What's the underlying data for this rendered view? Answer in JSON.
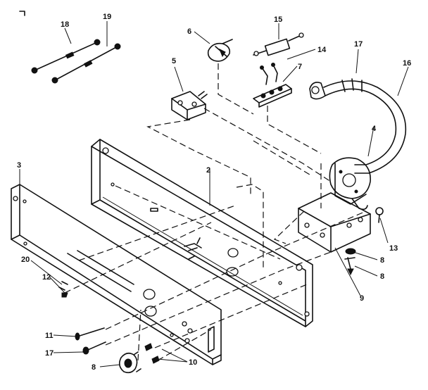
{
  "callouts": [
    {
      "id": "c1",
      "text": "18"
    },
    {
      "id": "c2",
      "text": "19"
    },
    {
      "id": "c3",
      "text": "6"
    },
    {
      "id": "c4",
      "text": "15"
    },
    {
      "id": "c5",
      "text": "14"
    },
    {
      "id": "c6",
      "text": "17"
    },
    {
      "id": "c7",
      "text": "5"
    },
    {
      "id": "c8",
      "text": "7"
    },
    {
      "id": "c9",
      "text": "16"
    },
    {
      "id": "c10",
      "text": "4"
    },
    {
      "id": "c11",
      "text": "3"
    },
    {
      "id": "c12",
      "text": "2"
    },
    {
      "id": "c13",
      "text": "13"
    },
    {
      "id": "c14",
      "text": "8"
    },
    {
      "id": "c15",
      "text": "8"
    },
    {
      "id": "c16",
      "text": "20"
    },
    {
      "id": "c17",
      "text": "12"
    },
    {
      "id": "c18",
      "text": "9"
    },
    {
      "id": "c19",
      "text": "11"
    },
    {
      "id": "c20",
      "text": "17"
    },
    {
      "id": "c21",
      "text": "8"
    },
    {
      "id": "c22",
      "text": "10"
    }
  ]
}
